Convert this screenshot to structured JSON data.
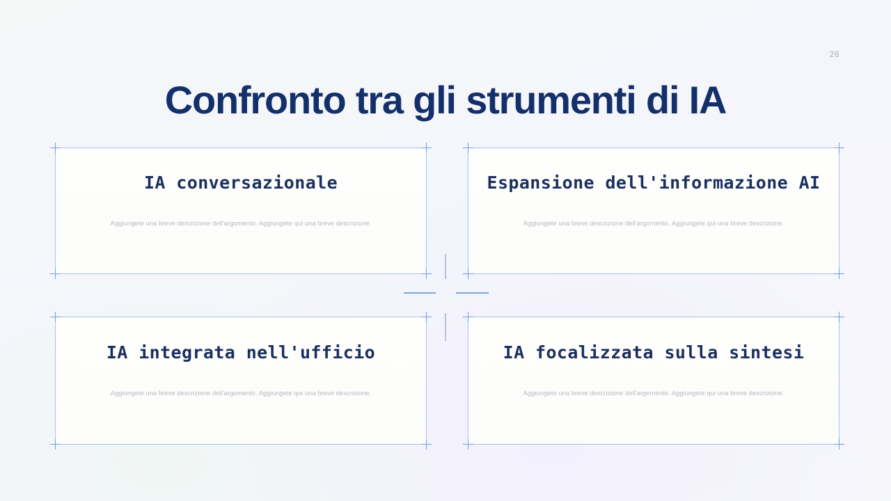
{
  "slide": {
    "title": "Confronto tra gli strumenti di IA",
    "page_number": "26",
    "colors": {
      "background": "#f4f6fa",
      "title": "#14306b",
      "card_title": "#1b2f5e",
      "card_description": "#b6b9c0",
      "card_border": "#a9c4e8",
      "corner_marker": "#6f9fe8",
      "divider_vertical": "#b9bfe2",
      "divider_horizontal": "#7ba9d4",
      "page_number": "#a9adb6"
    }
  },
  "cards": [
    {
      "title": "IA conversazionale",
      "description": "Aggiungete una breve descrizione dell'argomento. Aggiungete qui una breve descrizione."
    },
    {
      "title": "Espansione dell'informazione AI",
      "description": "Aggiungete una breve descrizione dell'argomento. Aggiungete qui una breve descrizione."
    },
    {
      "title": "IA integrata nell'ufficio",
      "description": "Aggiungete una breve descrizione dell'argomento. Aggiungete qui una breve descrizione."
    },
    {
      "title": "IA focalizzata sulla sintesi",
      "description": "Aggiungete una breve descrizione dell'argomento. Aggiungete qui una breve descrizione."
    }
  ]
}
